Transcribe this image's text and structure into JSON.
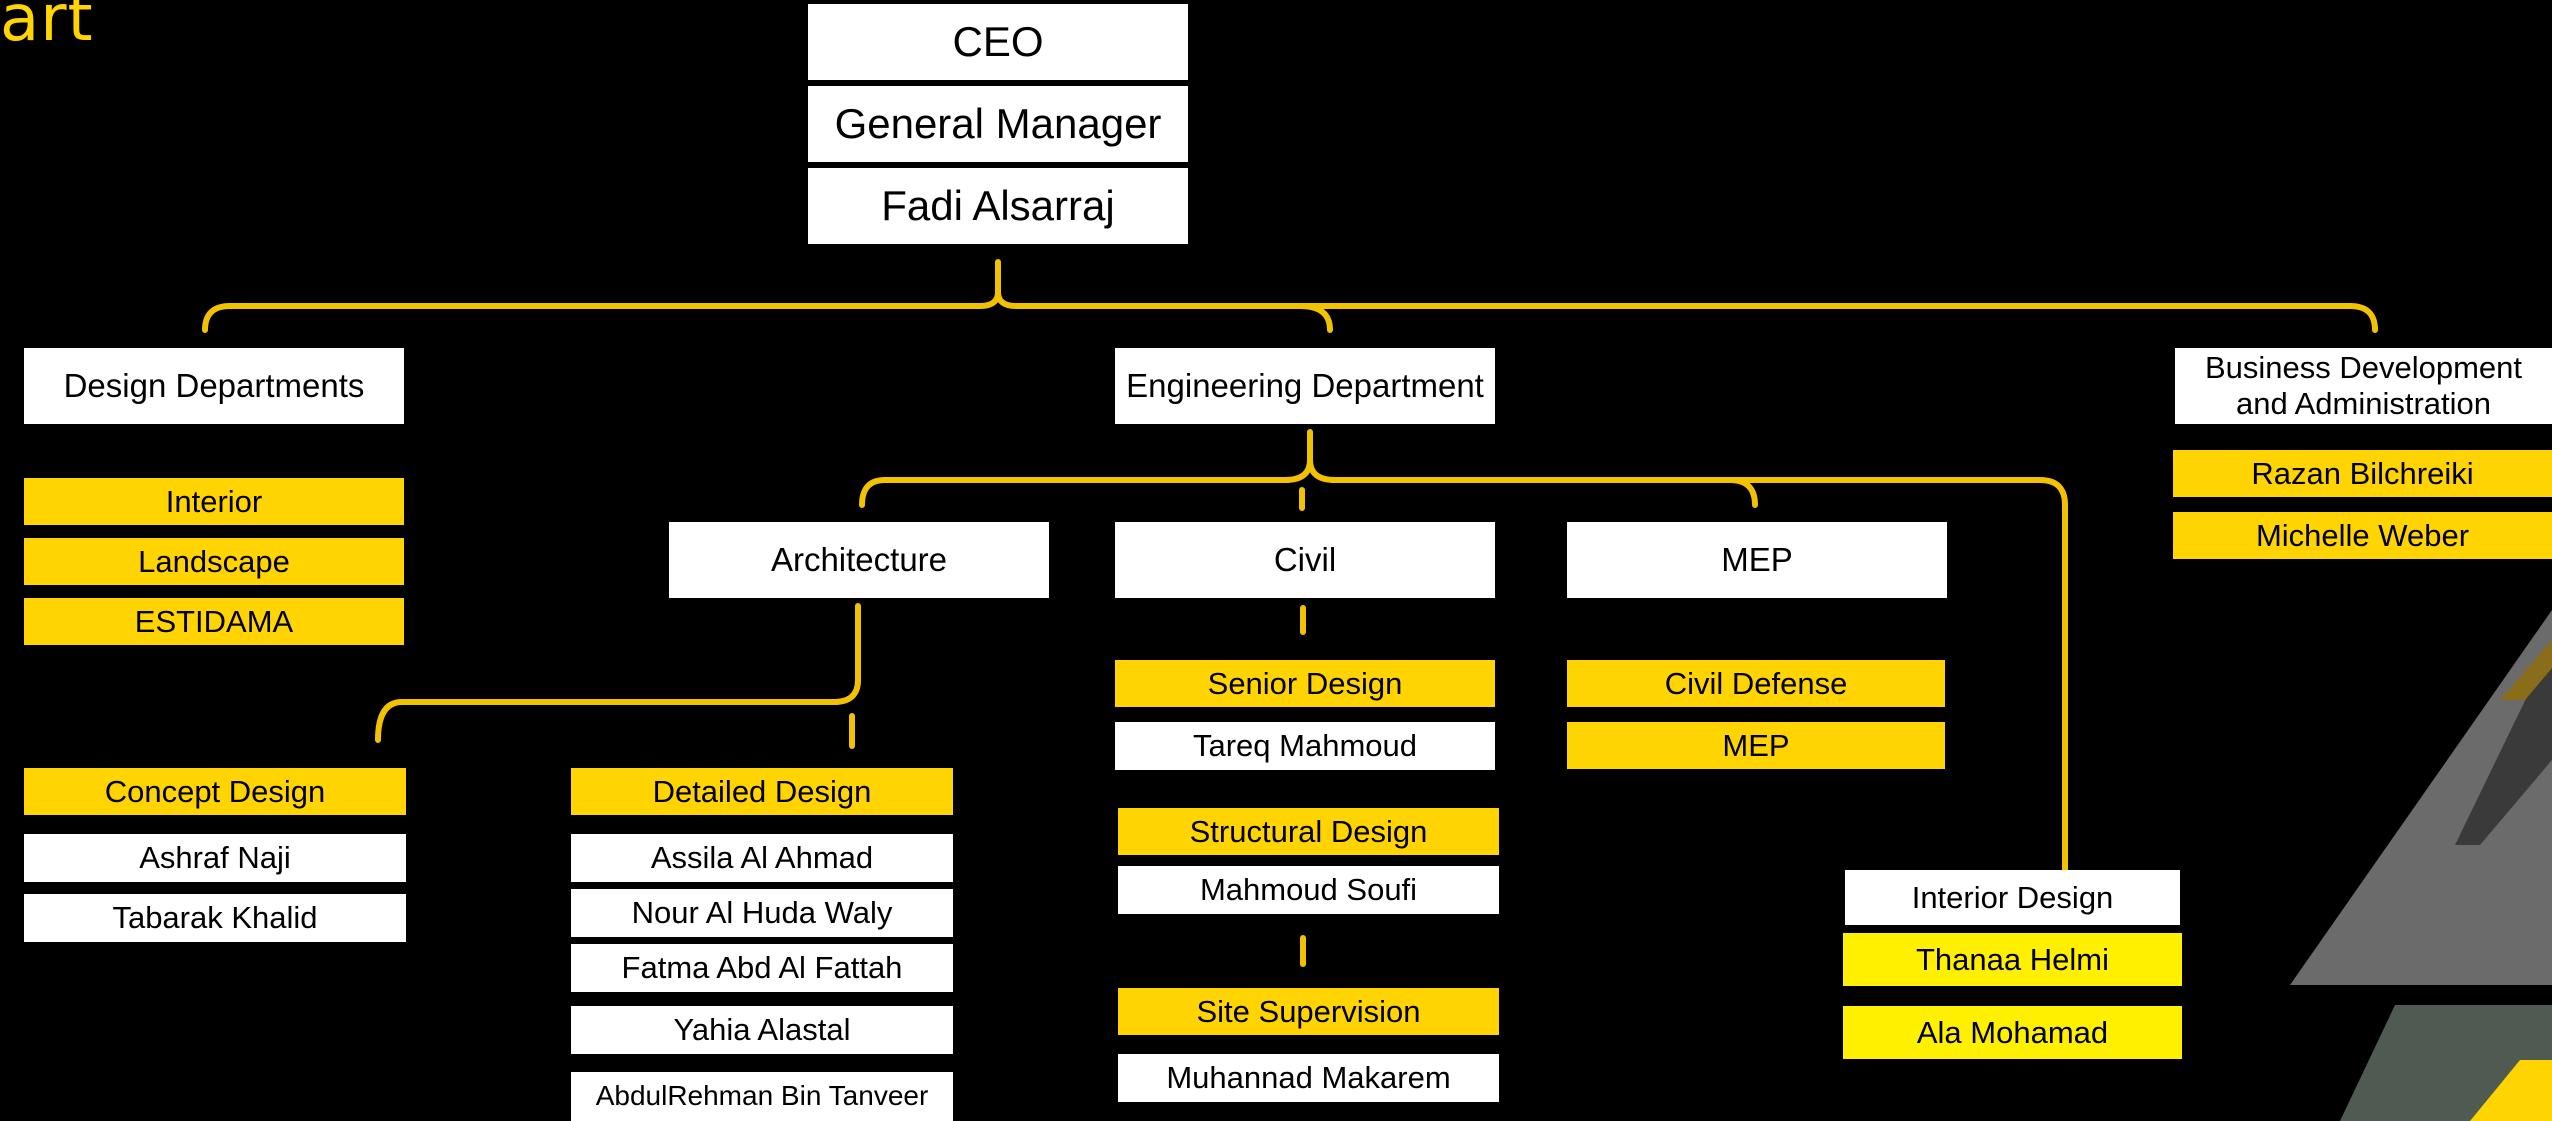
{
  "title_fragment": "art",
  "colors": {
    "background": "#000000",
    "accent": "#FFD400",
    "box": "#FFFFFF",
    "connector": "#F2C200"
  },
  "top": {
    "ceo": "CEO",
    "general_manager": "General Manager",
    "name": "Fadi Alsarraj"
  },
  "design": {
    "header": "Design Departments",
    "items": [
      "Interior",
      "Landscape",
      "ESTIDAMA"
    ]
  },
  "engineering": {
    "header": "Engineering Department",
    "architecture": {
      "label": "Architecture",
      "concept": {
        "title": "Concept Design",
        "people": [
          "Ashraf Naji",
          "Tabarak Khalid"
        ]
      },
      "detailed": {
        "title": "Detailed Design",
        "people": [
          "Assila Al Ahmad",
          "Nour Al Huda Waly",
          "Fatma Abd Al Fattah",
          "Yahia Alastal",
          "AbdulRehman Bin Tanveer"
        ]
      }
    },
    "civil": {
      "label": "Civil",
      "senior": {
        "title": "Senior Design",
        "person": "Tareq Mahmoud"
      },
      "structural": {
        "title": "Structural Design",
        "person": "Mahmoud Soufi"
      },
      "site": {
        "title": "Site Supervision",
        "person": "Muhannad Makarem"
      }
    },
    "mep": {
      "label": "MEP",
      "items": [
        "Civil Defense",
        "MEP"
      ]
    },
    "interior": {
      "title": "Interior Design",
      "people": [
        "Thanaa Helmi",
        "Ala Mohamad"
      ]
    }
  },
  "business": {
    "header": "Business Development and Administration",
    "people": [
      "Razan Bilchreiki",
      "Michelle Weber"
    ]
  }
}
